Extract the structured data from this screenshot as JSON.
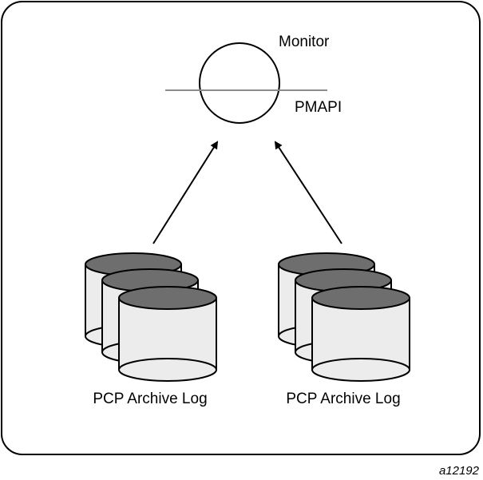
{
  "diagram": {
    "monitor_label": "Monitor",
    "api_label": "PMAPI",
    "archive_left_label": "PCP Archive Log",
    "archive_right_label": "PCP Archive Log",
    "figure_id": "a12192"
  },
  "colors": {
    "frame": "#000000",
    "cylinder_top": "#6e6e6e",
    "cylinder_body": "#ececec",
    "api_line": "#8c8c8c",
    "background": "#ffffff"
  }
}
